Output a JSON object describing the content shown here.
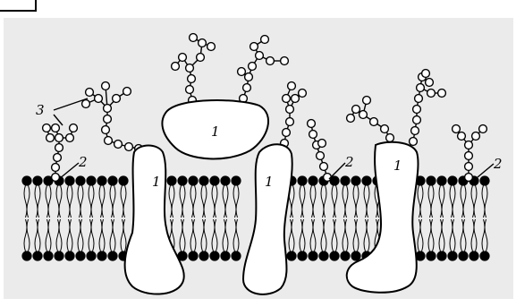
{
  "figure": {
    "labels": {
      "protein": "1",
      "glycolipid": "2",
      "oligosaccharide": "3"
    },
    "colors": {
      "background": "#ebebeb",
      "ink": "#000000",
      "protein_fill": "#ffffff"
    },
    "structures": [
      "lipid-bilayer",
      "transmembrane-protein",
      "peripheral-protein",
      "oligosaccharide-chain"
    ]
  }
}
